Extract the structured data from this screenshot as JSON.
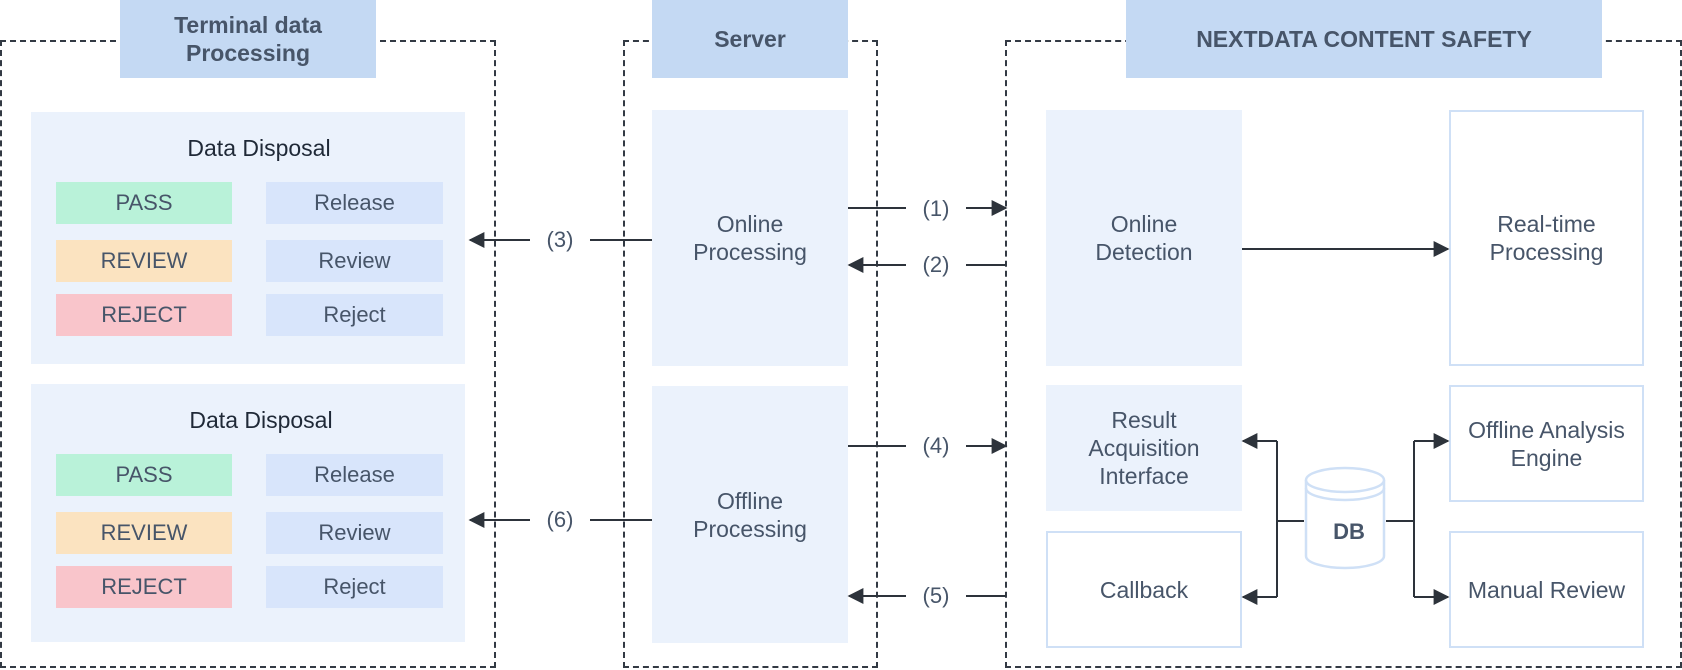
{
  "groups": {
    "terminal": {
      "title": "Terminal data\nProcessing"
    },
    "server": {
      "title": "Server"
    },
    "nextdata": {
      "title": "NEXTDATA CONTENT SAFETY"
    }
  },
  "disposal_panels": [
    {
      "title": "Data Disposal",
      "rows": [
        {
          "status": "PASS",
          "action": "Release"
        },
        {
          "status": "REVIEW",
          "action": "Review"
        },
        {
          "status": "REJECT",
          "action": "Reject"
        }
      ]
    },
    {
      "title": "Data Disposal",
      "rows": [
        {
          "status": "PASS",
          "action": "Release"
        },
        {
          "status": "REVIEW",
          "action": "Review"
        },
        {
          "status": "REJECT",
          "action": "Reject"
        }
      ]
    }
  ],
  "server_boxes": {
    "online": "Online\nProcessing",
    "offline": "Offline\nProcessing"
  },
  "nextdata_boxes": {
    "online_detection": "Online\nDetection",
    "realtime": "Real-time\nProcessing",
    "result_acquisition": "Result\nAcquisition\nInterface",
    "callback": "Callback",
    "db": "DB",
    "offline_engine": "Offline Analysis\nEngine",
    "manual_review": "Manual Review"
  },
  "steps": {
    "s1": "(1)",
    "s2": "(2)",
    "s3": "(3)",
    "s4": "(4)",
    "s5": "(5)",
    "s6": "(6)"
  },
  "colors": {
    "pass": "#b9f2d9",
    "review": "#fbe3c0",
    "reject": "#f9c5cb",
    "action": "#d8e5fb",
    "panel": "#ebf2fc",
    "group_title": "#c4d9f3",
    "arrow": "#2d333b"
  }
}
